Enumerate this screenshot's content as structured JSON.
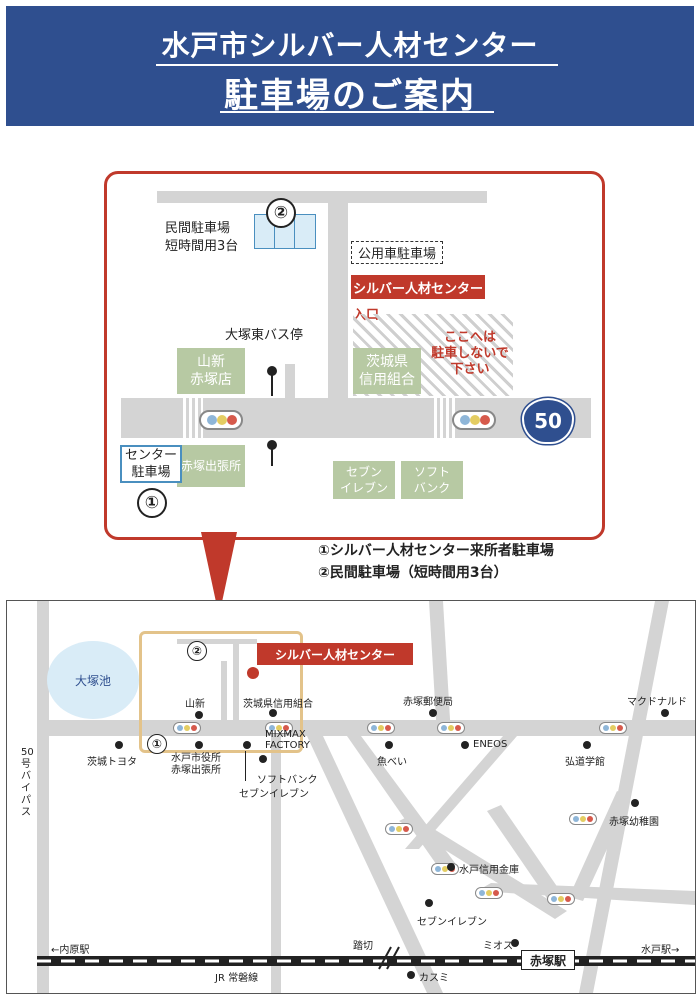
{
  "header": {
    "title": "水戸市シルバー人材センター",
    "subtitle": "駐車場のご案内"
  },
  "detail": {
    "private_lot_label": "民間駐車場",
    "private_lot_sub": "短時間用3台",
    "num1": "①",
    "num2": "②",
    "public_lot": "公用車駐車場",
    "center": "シルバー人材センター",
    "entrance": "入口",
    "no_parking": "ここへは\n駐車しないで\n下さい",
    "bus_stop": "大塚東バス停",
    "yamashin": "山新\n赤塚店",
    "ibaraki_bank": "茨城県\n信用組合",
    "center_lot": "センター\n駐車場",
    "branch": "赤塚出張所",
    "seven": "セブン\nイレブン",
    "softbank": "ソフト\nバンク",
    "route": "50"
  },
  "legend": {
    "item1": "①シルバー人材センター来所者駐車場",
    "item2": "②民間駐車場（短時間用3台）"
  },
  "overview": {
    "pond": "大塚池",
    "center": "シルバー人材センター",
    "num1": "①",
    "num2": "②",
    "yamashin": "山新",
    "ibaraki_bank": "茨城県信用組合",
    "post": "赤塚郵便局",
    "mcd": "マクドナルド",
    "bypass": "50号バイパス",
    "toyota": "茨城トヨタ",
    "cityhall": "水戸市役所\n赤塚出張所",
    "mixmax": "MIXMAX\nFACTORY",
    "softbank": "ソフトバンク",
    "seven1": "セブンイレブン",
    "uobei": "魚べい",
    "eneos": "ENEOS",
    "kodo": "弘道学館",
    "kinder": "赤塚幼稚園",
    "shinkin": "水戸信用金庫",
    "seven2": "セブンイレブン",
    "uchihara": "←内原駅",
    "fumikiri": "踏切",
    "mios": "ミオス",
    "akatsuka_st": "赤塚駅",
    "mito_st": "水戸駅→",
    "jr": "JR 常磐線",
    "kasumi": "カスミ"
  }
}
